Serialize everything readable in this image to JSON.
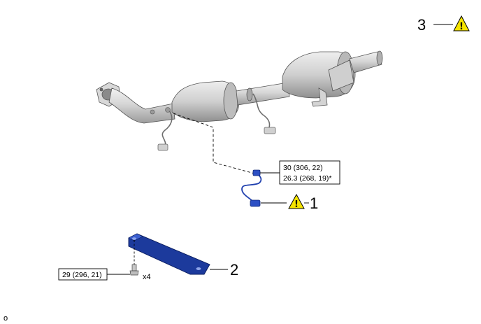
{
  "callouts": {
    "part1": "1",
    "part2": "2",
    "part3": "3"
  },
  "torque": {
    "sensor_line1": "30 (306, 22)",
    "sensor_line2": "26.3 (268, 19)*",
    "bolt": "29 (296, 21)"
  },
  "bolt_quantity": "x4",
  "page_marker": "o",
  "icons": {
    "warning": "warning-triangle-icon",
    "warning_mark": "!"
  },
  "colors": {
    "warning_fill": "#f5e400",
    "sensor_blue": "#1f3fae",
    "part_gray": "#c9c9c9",
    "bracket_blue": "#1c3a9c"
  }
}
